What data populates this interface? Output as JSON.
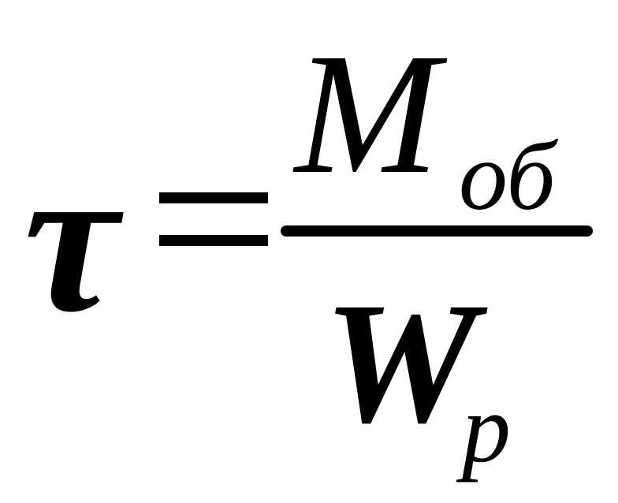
{
  "formula": {
    "lhs": "τ",
    "relation": "=",
    "numerator": {
      "symbol": "M",
      "subscript": "об"
    },
    "denominator": {
      "symbol": "W",
      "subscript": "p"
    }
  }
}
